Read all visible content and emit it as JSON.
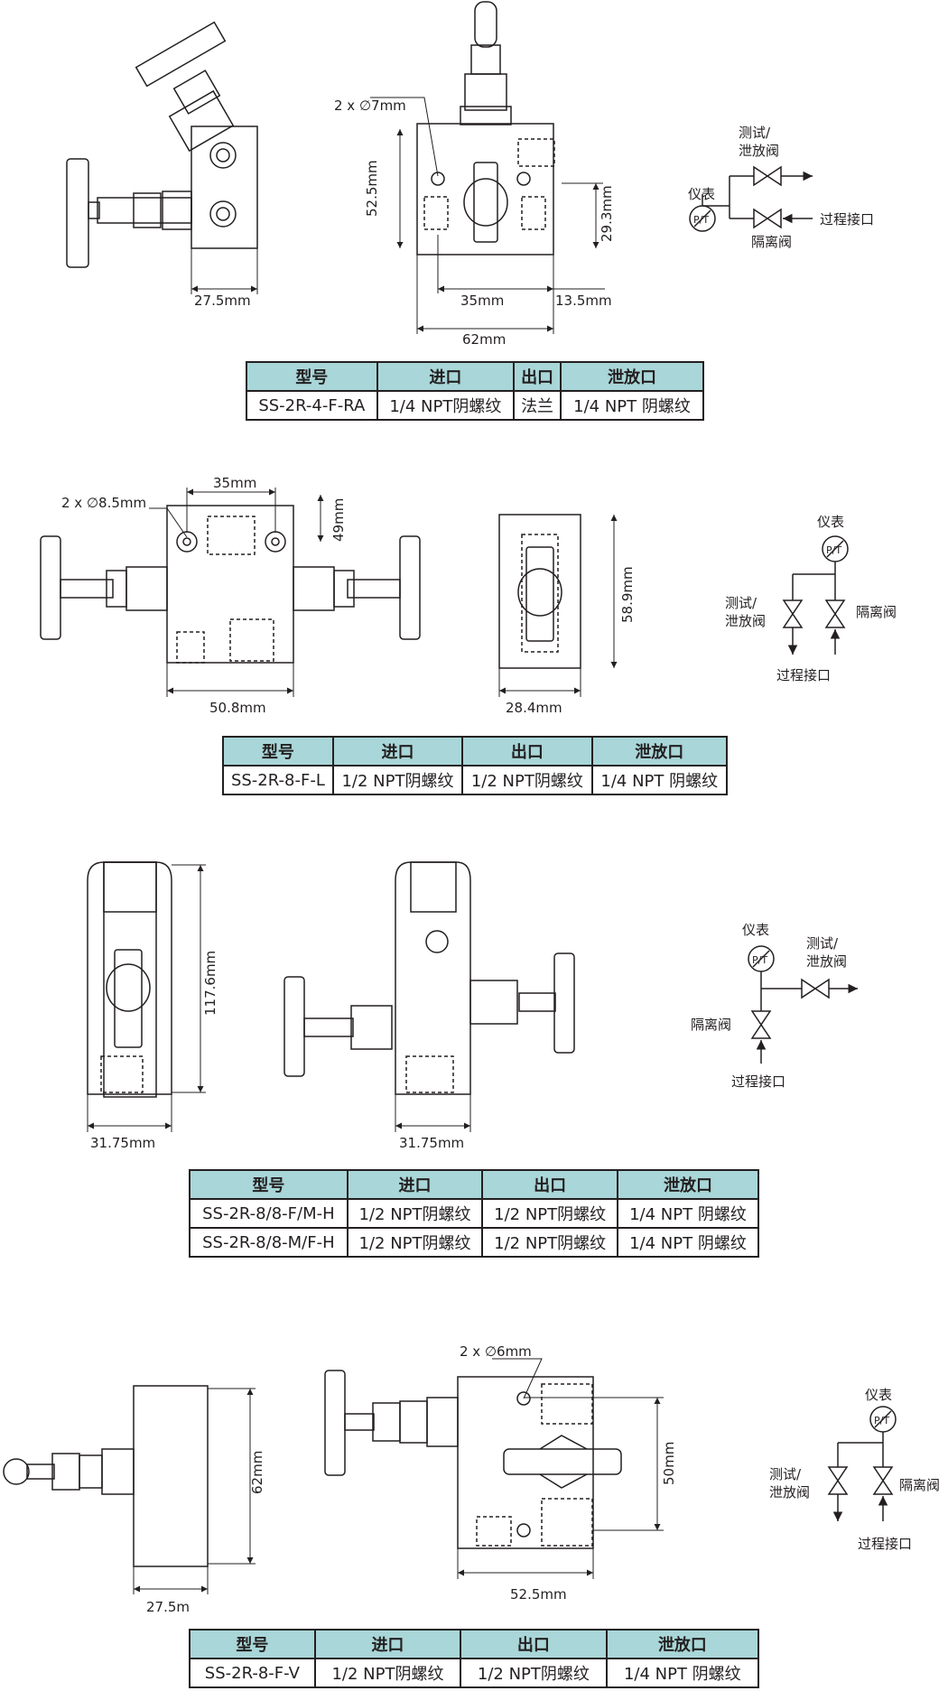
{
  "headers": {
    "model": "型号",
    "inlet": "进口",
    "outlet": "出口",
    "vent": "泄放口"
  },
  "schematic": {
    "gauge": "仪表",
    "test_vent_1": "测试/",
    "test_vent_2": "泄放阀",
    "test": "测试",
    "vent_short": "泄放阀",
    "isolation": "隔离阀",
    "process": "过程接口",
    "pt": "P/T"
  },
  "sections": [
    {
      "dims": {
        "hole": "2 x ∅7mm",
        "h1": "52.5mm",
        "h2": "29.3mm",
        "w1": "27.5mm",
        "w2": "35mm",
        "w3": "13.5mm",
        "w4": "62mm"
      },
      "rows": [
        [
          "SS-2R-4-F-RA",
          "1/4 NPT阴螺纹",
          "法兰",
          "1/4 NPT 阴螺纹"
        ]
      ]
    },
    {
      "dims": {
        "hole": "2 x ∅8.5mm",
        "w1": "35mm",
        "h1": "49mm",
        "w2": "50.8mm",
        "h2": "58.9mm",
        "w3": "28.4mm"
      },
      "rows": [
        [
          "SS-2R-8-F-L",
          "1/2 NPT阴螺纹",
          "1/2 NPT阴螺纹",
          "1/4 NPT 阴螺纹"
        ]
      ]
    },
    {
      "dims": {
        "h1": "117.6mm",
        "w1": "31.75mm",
        "w2": "31.75mm"
      },
      "rows": [
        [
          "SS-2R-8/8-F/M-H",
          "1/2 NPT阴螺纹",
          "1/2 NPT阴螺纹",
          "1/4 NPT 阴螺纹"
        ],
        [
          "SS-2R-8/8-M/F-H",
          "1/2 NPT阴螺纹",
          "1/2 NPT阴螺纹",
          "1/4 NPT 阴螺纹"
        ]
      ]
    },
    {
      "dims": {
        "hole": "2 x ∅6mm",
        "h1": "62mm",
        "w1": "27.5m",
        "h2": "50mm",
        "w2": "52.5mm"
      },
      "rows": [
        [
          "SS-2R-8-F-V",
          "1/2 NPT阴螺纹",
          "1/2 NPT阴螺纹",
          "1/4 NPT 阴螺纹"
        ]
      ]
    }
  ]
}
